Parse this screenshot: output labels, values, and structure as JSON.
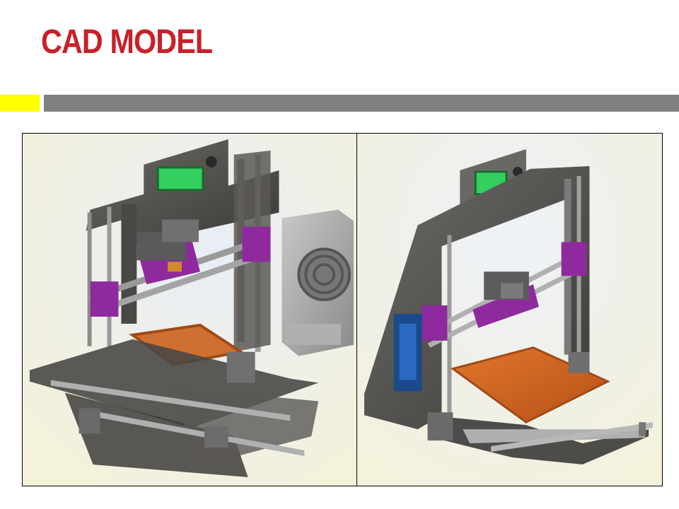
{
  "slide": {
    "title": "CAD MODEL",
    "colors": {
      "title": "#c8202a",
      "accent_bar": "#ffff00",
      "rule_bar": "#808080"
    }
  },
  "images": [
    {
      "name": "printer-render-front-view",
      "icon": "3d-printer-render"
    },
    {
      "name": "printer-render-side-view",
      "icon": "3d-printer-render"
    }
  ]
}
